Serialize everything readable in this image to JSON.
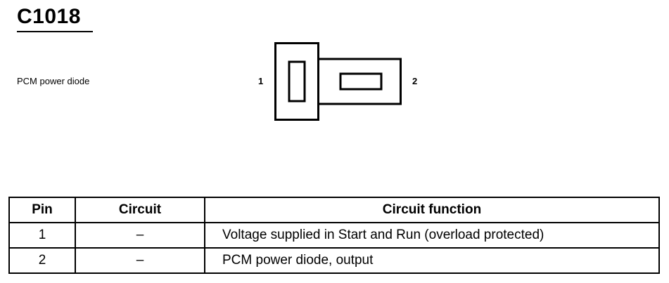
{
  "connector": {
    "id": "C1018",
    "description": "PCM power diode",
    "pins": [
      {
        "label": "1"
      },
      {
        "label": "2"
      }
    ]
  },
  "table": {
    "headers": [
      "Pin",
      "Circuit",
      "Circuit function"
    ],
    "rows": [
      {
        "pin": "1",
        "circuit": "–",
        "function": "Voltage supplied in Start and Run (overload protected)"
      },
      {
        "pin": "2",
        "circuit": "–",
        "function": "PCM power diode, output"
      }
    ]
  }
}
